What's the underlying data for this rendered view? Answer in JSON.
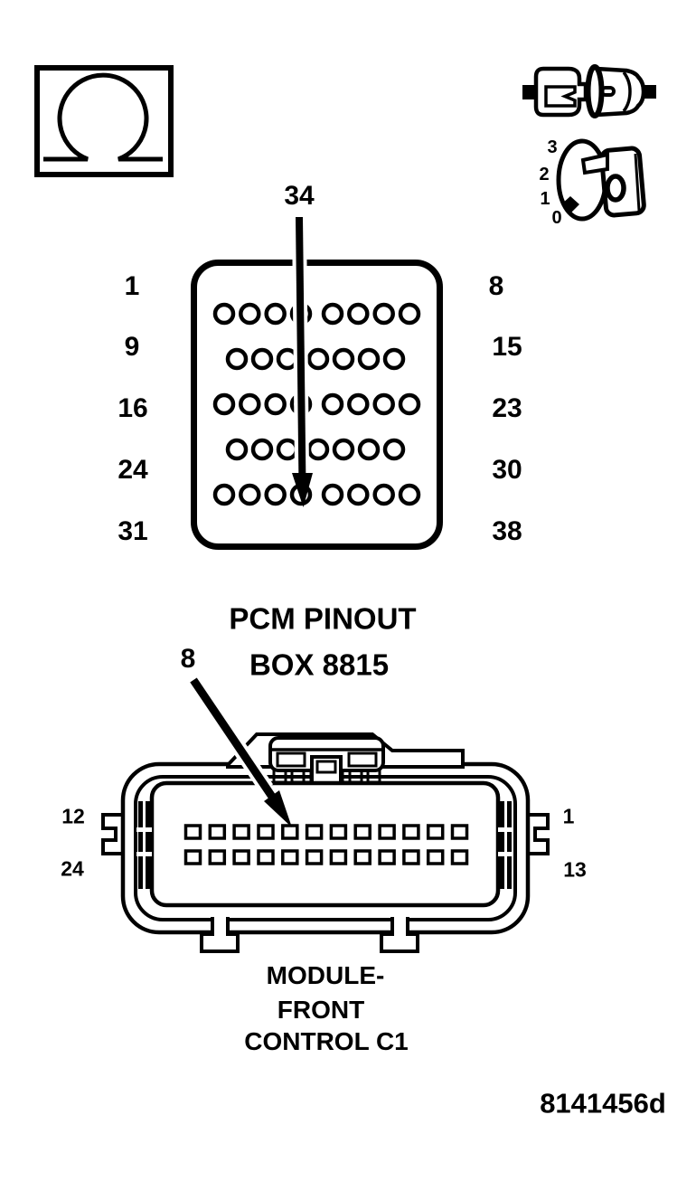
{
  "figure": {
    "code": "8141456d"
  },
  "icons": {
    "ohmmeter": "ohm-resistance-test",
    "connector_disconnected": "disconnect-connector",
    "ignition_switch": {
      "positions": [
        "3",
        "2",
        "1",
        "0"
      ]
    }
  },
  "pcm": {
    "callout_pin": "34",
    "title_line1": "PCM PINOUT",
    "title_line2": "BOX 8815",
    "left_labels": [
      "1",
      "9",
      "16",
      "24",
      "31"
    ],
    "right_labels": [
      "8",
      "15",
      "23",
      "30",
      "38"
    ],
    "rows": [
      {
        "pins": 8
      },
      {
        "pins": 7
      },
      {
        "pins": 8
      },
      {
        "pins": 7
      },
      {
        "pins": 8
      }
    ]
  },
  "module": {
    "callout_pin": "8",
    "left_labels": [
      "12",
      "24"
    ],
    "right_labels": [
      "1",
      "13"
    ],
    "rows": [
      {
        "pins": 12
      },
      {
        "pins": 12
      }
    ],
    "title_lines": [
      "MODULE-",
      "FRONT",
      "CONTROL C1"
    ]
  }
}
